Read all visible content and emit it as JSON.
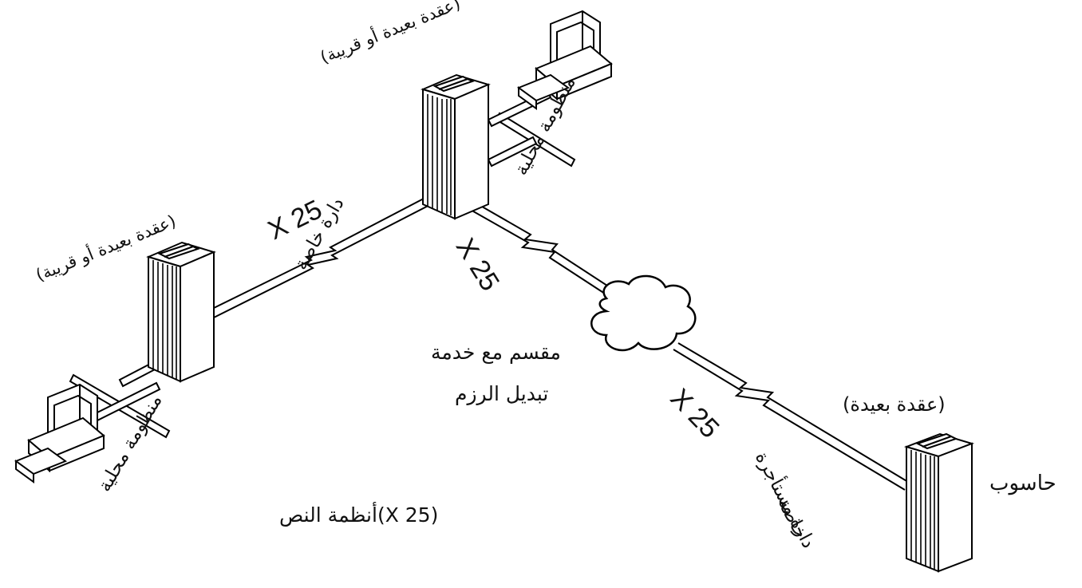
{
  "nodes": {
    "top": "(عقدة بعيدة أو قريبة)",
    "left": "(عقدة بعيدة أو قريبة)",
    "remote": "(عقدة بعيدة)"
  },
  "lans": {
    "top": "منظومة محلية",
    "left": "منظومة محلية"
  },
  "links": {
    "left_proto": "X 25",
    "left_line": "دارة خاصة",
    "center_proto": "X 25",
    "right_proto": "X 25",
    "right_line_1": "دارة مستأجرة",
    "right_line_2": "خاصة"
  },
  "cloud": {
    "line1": "مقسم مع خدمة",
    "line2": "تبديل الرزم"
  },
  "computer": "حاسوب",
  "caption": "(X 25)أنظمة النص"
}
